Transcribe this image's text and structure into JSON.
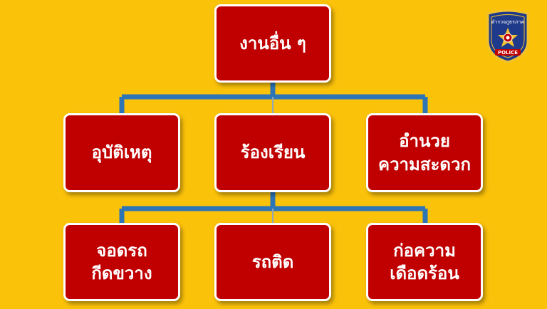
{
  "colors": {
    "background": "#FBC20A",
    "box_fill": "#C00000",
    "box_border": "#FFFFFF",
    "connector": "#2E75B6",
    "text": "#FFFFFF"
  },
  "root": {
    "label": "งานอื่น ๆ"
  },
  "level1": [
    {
      "lines": [
        "อุบัติเหตุ"
      ]
    },
    {
      "lines": [
        "ร้องเรียน"
      ]
    },
    {
      "lines": [
        "อำนวย",
        "ความสะดวก"
      ]
    }
  ],
  "level2": [
    {
      "lines": [
        "จอดรถ",
        "กีดขวาง"
      ]
    },
    {
      "lines": [
        "รถติด"
      ]
    },
    {
      "lines": [
        "ก่อความ",
        "เดือดร้อน"
      ]
    }
  ],
  "badge": {
    "icon": "police-badge-icon",
    "top_text": "ตำรวจภูธรภาค",
    "bottom_text": "POLICE"
  }
}
